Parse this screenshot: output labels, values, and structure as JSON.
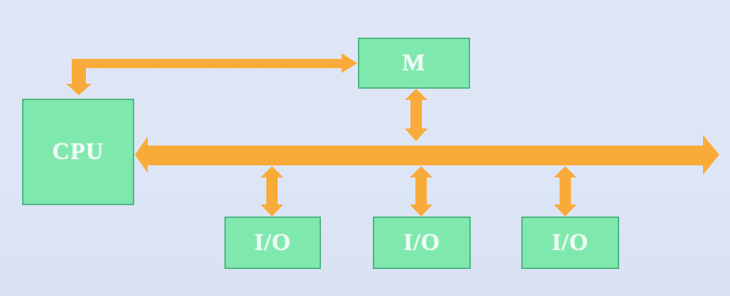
{
  "diagram": {
    "nodes": {
      "memory": "M",
      "cpu": "CPU",
      "io_1": "I/O",
      "io_2": "I/O",
      "io_3": "I/O"
    },
    "colors": {
      "background": "#dfe7f7",
      "box_fill": "#7ee8ad",
      "box_border": "#50b584",
      "box_text": "#f2fbf6",
      "arrow": "#f9ab3a"
    },
    "edges": [
      {
        "from": "cpu",
        "to": "memory",
        "type": "directed-bidirectional-elbow"
      },
      {
        "from": "memory",
        "to": "system-bus",
        "type": "bidirectional"
      },
      {
        "from": "system-bus",
        "to": "io_1",
        "type": "bidirectional"
      },
      {
        "from": "system-bus",
        "to": "io_2",
        "type": "bidirectional"
      },
      {
        "from": "system-bus",
        "to": "io_3",
        "type": "bidirectional"
      },
      {
        "from": "cpu",
        "to": "system-bus",
        "type": "bus"
      }
    ]
  }
}
